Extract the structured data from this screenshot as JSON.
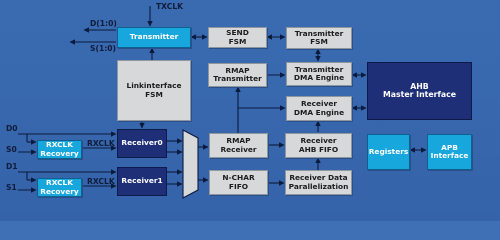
{
  "signals": {
    "txclk": "TXCLK",
    "d_out": "D(1:0)",
    "s_out": "S(1:0)",
    "d0": "D0",
    "s0": "S0",
    "d1": "D1",
    "s1": "S1",
    "rxclk0": "RXCLK",
    "rxclk1": "RXCLK"
  },
  "blocks": {
    "transmitter": "Transmitter",
    "send_fsm": "SEND\nFSM",
    "transmitter_fsm": "Transmitter\nFSM",
    "linkinterface_fsm": "Linkinterface\nFSM",
    "rmap_transmitter": "RMAP\nTransmitter",
    "transmitter_dma": "Transmitter\nDMA Engine",
    "ahb_master": "AHB\nMaster Interface",
    "receiver_dma": "Receiver\nDMA Engine",
    "rxclk_recovery0": "RXCLK\nRecovery",
    "rxclk_recovery1": "RXCLK\nRecovery",
    "receiver0": "Receiver0",
    "receiver1": "Receiver1",
    "rmap_receiver": "RMAP\nReceiver",
    "receiver_ahb_fifo": "Receiver\nAHB FIFO",
    "nchar_fifo": "N-CHAR\nFIFO",
    "receiver_parallelization": "Receiver Data\nParallelization",
    "registers": "Registers",
    "apb_interface": "APB\nInterface"
  },
  "colors": {
    "background": "#3a6bb1",
    "block_gray": "#d6d8da",
    "block_cyan": "#18a7dd",
    "block_navy": "#1e2f78",
    "line": "#0b1a3d"
  }
}
